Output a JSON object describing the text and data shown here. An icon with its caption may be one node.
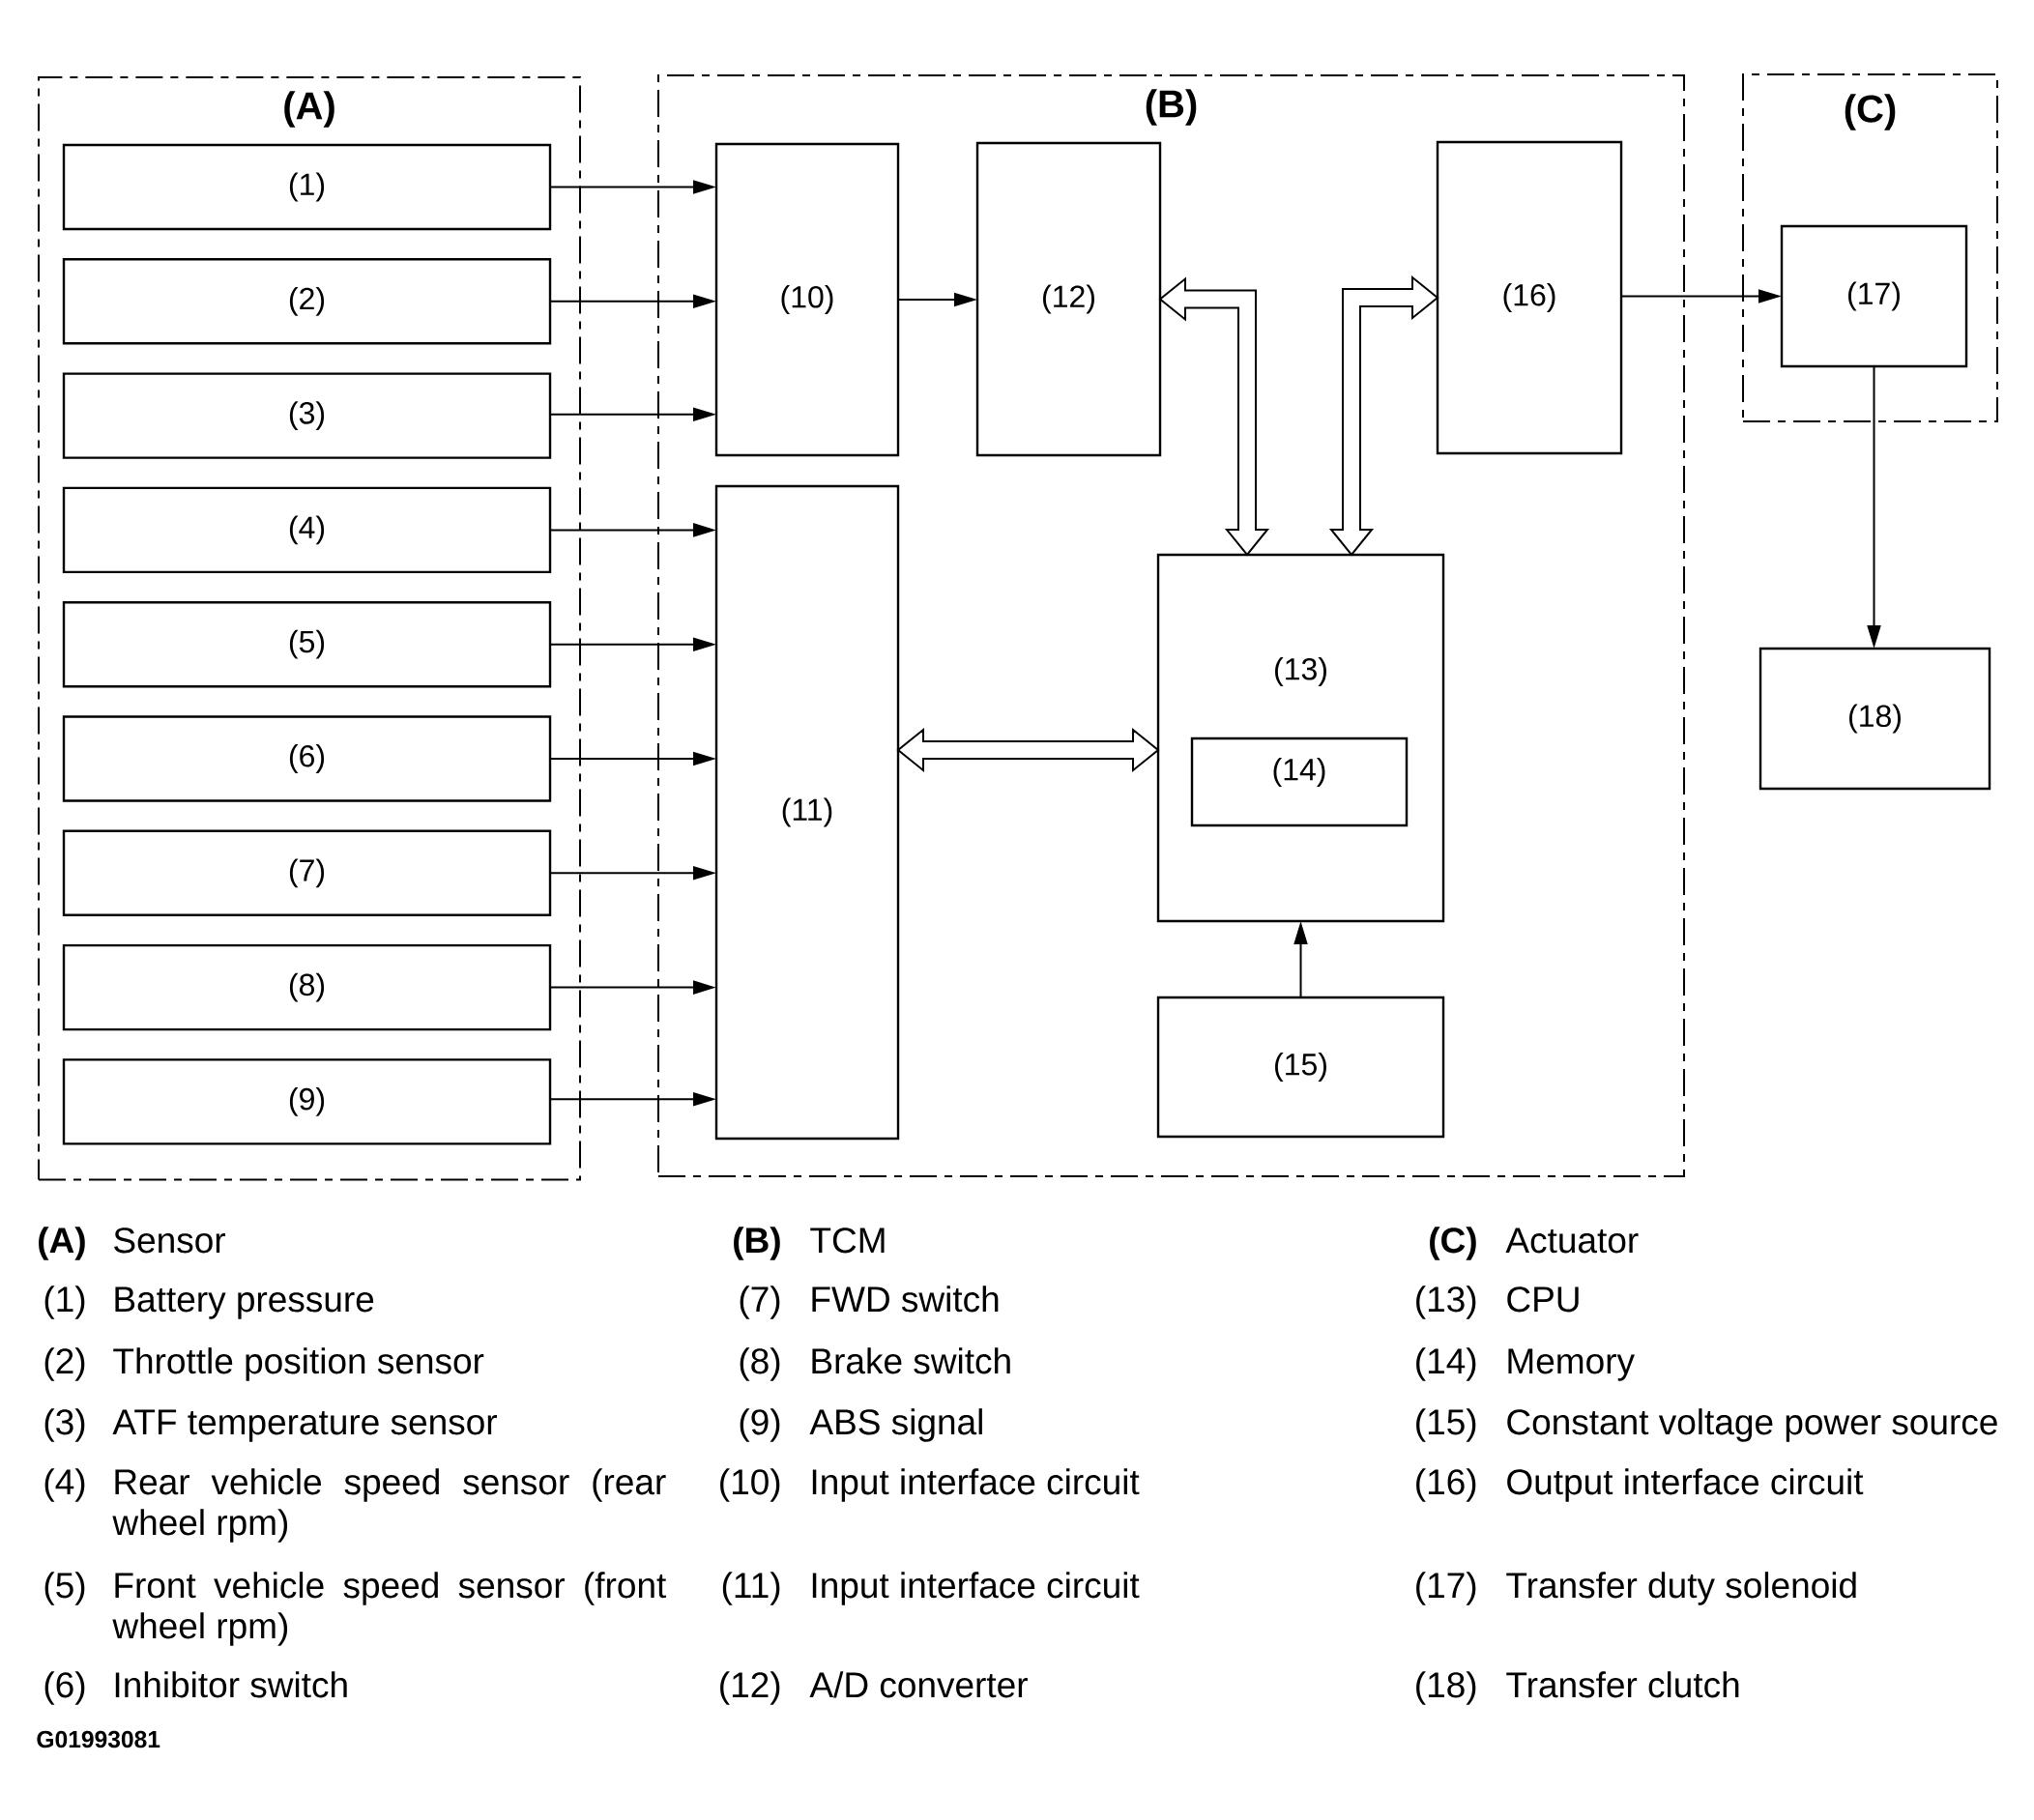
{
  "diagram": {
    "nodes": [
      {
        "text": [
          "(A)"
        ]
      },
      {
        "text": [
          "(1)"
        ],
        "in": 0
      },
      {
        "text": [
          "(2)"
        ],
        "in": 0
      },
      {
        "text": [
          "(3)"
        ],
        "in": 0
      },
      {
        "text": [
          "(4)"
        ],
        "in": 0
      },
      {
        "text": [
          "(5)"
        ],
        "in": 0
      },
      {
        "text": [
          "(6)"
        ],
        "in": 0
      },
      {
        "text": [
          "(7)"
        ],
        "in": 0
      },
      {
        "text": [
          "(8)"
        ],
        "in": 0
      },
      {
        "text": [
          "(9)"
        ],
        "in": 0
      },
      {
        "text": [
          "(B)"
        ]
      },
      {
        "text": [
          "(10)"
        ],
        "in": 10
      },
      {
        "text": [
          "(11)"
        ],
        "in": 10
      },
      {
        "text": [
          "(12)"
        ],
        "in": 10
      },
      {
        "text": [
          "(13)"
        ],
        "in": 10
      },
      {
        "text": [
          "(14)"
        ],
        "in": 14
      },
      {
        "text": [
          "(15)"
        ],
        "in": 10
      },
      {
        "text": [
          "(16)"
        ],
        "in": 10
      },
      {
        "text": [
          "(C)"
        ]
      },
      {
        "text": [
          "(17)"
        ],
        "in": 18
      },
      {
        "text": [
          "(18)"
        ]
      }
    ],
    "edges": [
      {
        "from": 1,
        "to": 11,
        "arrow": "to"
      },
      {
        "from": 2,
        "to": 11,
        "arrow": "to"
      },
      {
        "from": 3,
        "to": 11,
        "arrow": "to"
      },
      {
        "from": 4,
        "to": 12,
        "arrow": "to"
      },
      {
        "from": 5,
        "to": 12,
        "arrow": "to"
      },
      {
        "from": 6,
        "to": 12,
        "arrow": "to"
      },
      {
        "from": 7,
        "to": 12,
        "arrow": "to"
      },
      {
        "from": 8,
        "to": 12,
        "arrow": "to"
      },
      {
        "from": 9,
        "to": 12,
        "arrow": "to"
      },
      {
        "from": 11,
        "to": 13,
        "arrow": "to"
      },
      {
        "from": 13,
        "to": 14,
        "arrow": "both",
        "style": "thick"
      },
      {
        "from": 14,
        "to": 17,
        "arrow": "both",
        "style": "thick"
      },
      {
        "from": 12,
        "to": 14,
        "arrow": "both",
        "style": "thick"
      },
      {
        "from": 16,
        "to": 14,
        "arrow": "to"
      },
      {
        "from": 17,
        "to": 19,
        "arrow": "to"
      },
      {
        "from": 19,
        "to": 20,
        "arrow": "to"
      }
    ],
    "labels": [
      "(A)",
      "Sensor",
      "(1)",
      "Battery pressure",
      "(2)",
      "Throttle position sensor",
      "(3)",
      "ATF temperature sensor",
      "(4)",
      "Rear vehicle speed sensor (rear wheel rpm)",
      "(5)",
      "Front vehicle speed sensor (front wheel rpm)",
      "(6)",
      "Inhibitor switch",
      "(B)",
      "TCM",
      "(7)",
      "FWD switch",
      "(8)",
      "Brake switch",
      "(9)",
      "ABS signal",
      "(10)",
      "Input interface circuit",
      "(11)",
      "Input interface circuit",
      "(12)",
      "A/D converter",
      "(C)",
      "Actuator",
      "(13)",
      "CPU",
      "(14)",
      "Memory",
      "(15)",
      "Constant voltage power source",
      "(16)",
      "Output interface circuit",
      "(17)",
      "Transfer duty solenoid",
      "(18)",
      "Transfer clutch",
      "G01993081"
    ]
  }
}
